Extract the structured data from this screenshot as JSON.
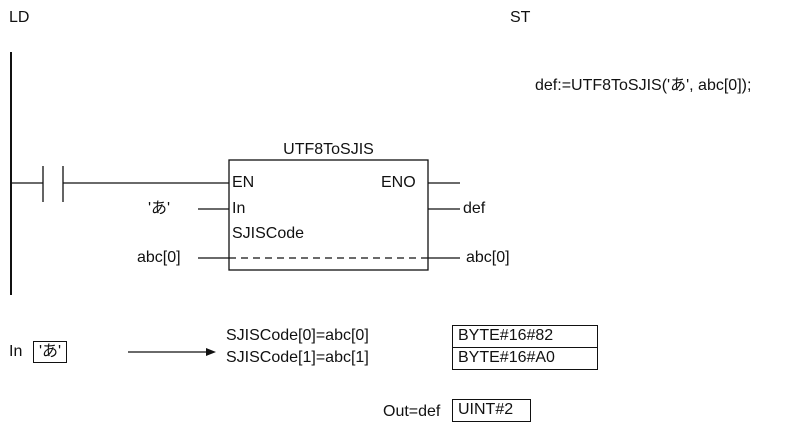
{
  "labels": {
    "ld": "LD",
    "st": "ST",
    "st_code": "def:=UTF8ToSJIS('あ', abc[0]);"
  },
  "fb": {
    "name": "UTF8ToSJIS",
    "en": "EN",
    "eno": "ENO",
    "in": "In",
    "sjiscode": "SJISCode",
    "in_value": "'あ'",
    "out_var": "def",
    "array_in": "abc[0]",
    "array_out": "abc[0]"
  },
  "example": {
    "in_label": "In",
    "in_value": "'あ'",
    "lines": [
      "SJISCode[0]=abc[0]",
      "SJISCode[1]=abc[1]"
    ],
    "bytes": [
      "BYTE#16#82",
      "BYTE#16#A0"
    ],
    "out_label": "Out=def",
    "out_value": "UINT#2"
  }
}
